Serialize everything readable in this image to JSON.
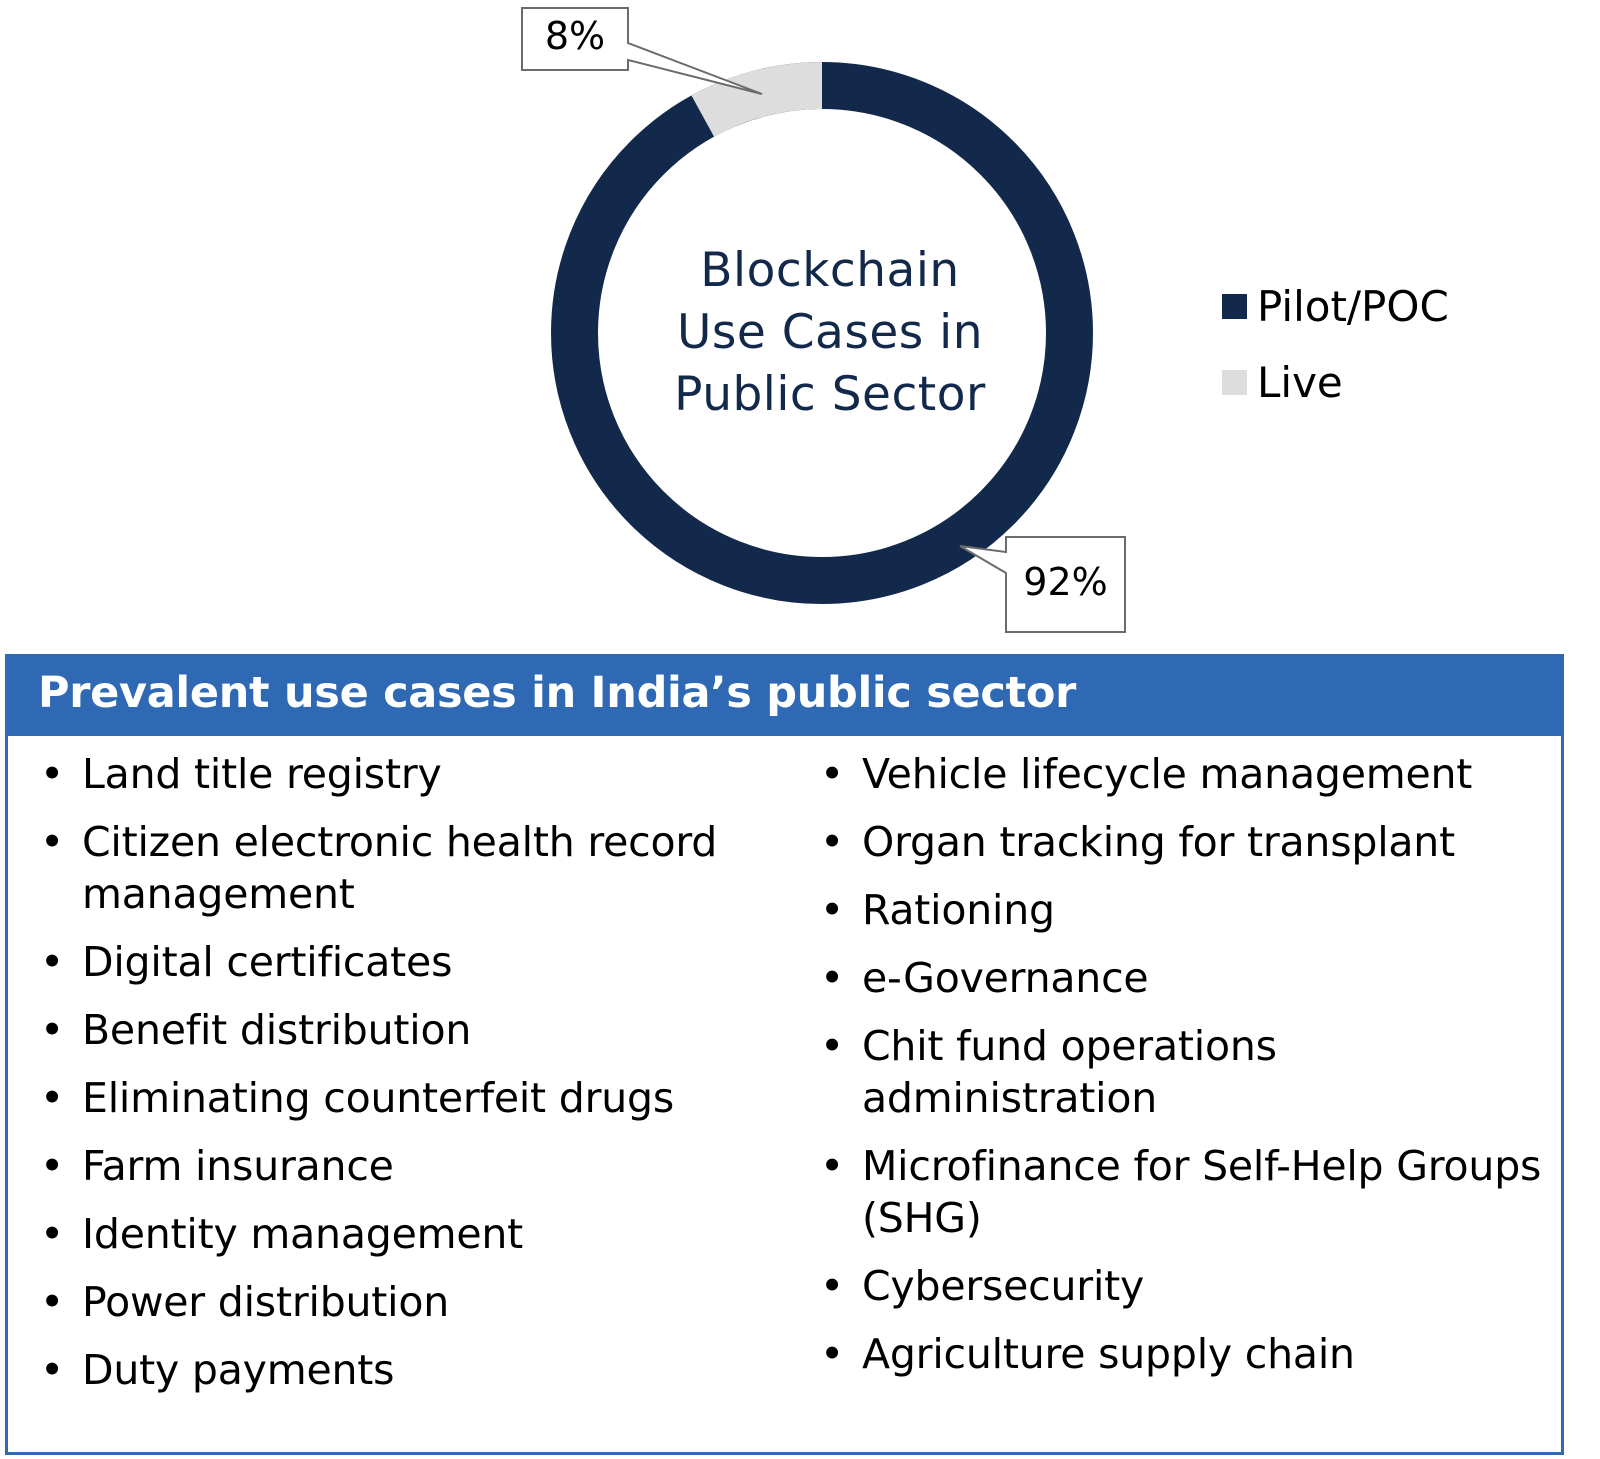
{
  "chart_data": {
    "type": "pie",
    "variant": "donut",
    "title": "Blockchain Use Cases in Public Sector",
    "categories": [
      "Pilot/POC",
      "Live"
    ],
    "values": [
      92,
      8
    ],
    "units": "%",
    "data_labels": [
      "92%",
      "8%"
    ],
    "colors": [
      "#13294b",
      "#dddddd"
    ],
    "legend_position": "right",
    "start_angle": "12 o'clock"
  },
  "chart": {
    "center_label_lines": [
      "Blockchain",
      "Use Cases in",
      "Public Sector"
    ],
    "callouts": {
      "pilot": "92%",
      "live": "8%"
    },
    "legend": [
      {
        "label": "Pilot/POC",
        "color": "#13294b"
      },
      {
        "label": "Live",
        "color": "#dddddd"
      }
    ]
  },
  "use_cases": {
    "title": "Prevalent use cases in India’s public sector",
    "header_color": "#2f69b3",
    "bullet": "•",
    "left": [
      "Land title registry",
      "Citizen electronic health record management",
      "Digital certificates",
      "Benefit distribution",
      "Eliminating counterfeit drugs",
      "Farm insurance",
      "Identity management",
      "Power distribution",
      "Duty payments"
    ],
    "right": [
      "Vehicle lifecycle management",
      "Organ tracking for transplant",
      "Rationing",
      "e-Governance",
      "Chit fund operations administration",
      "Microfinance for Self-Help Groups (SHG)",
      "Cybersecurity",
      "Agriculture supply chain"
    ]
  }
}
